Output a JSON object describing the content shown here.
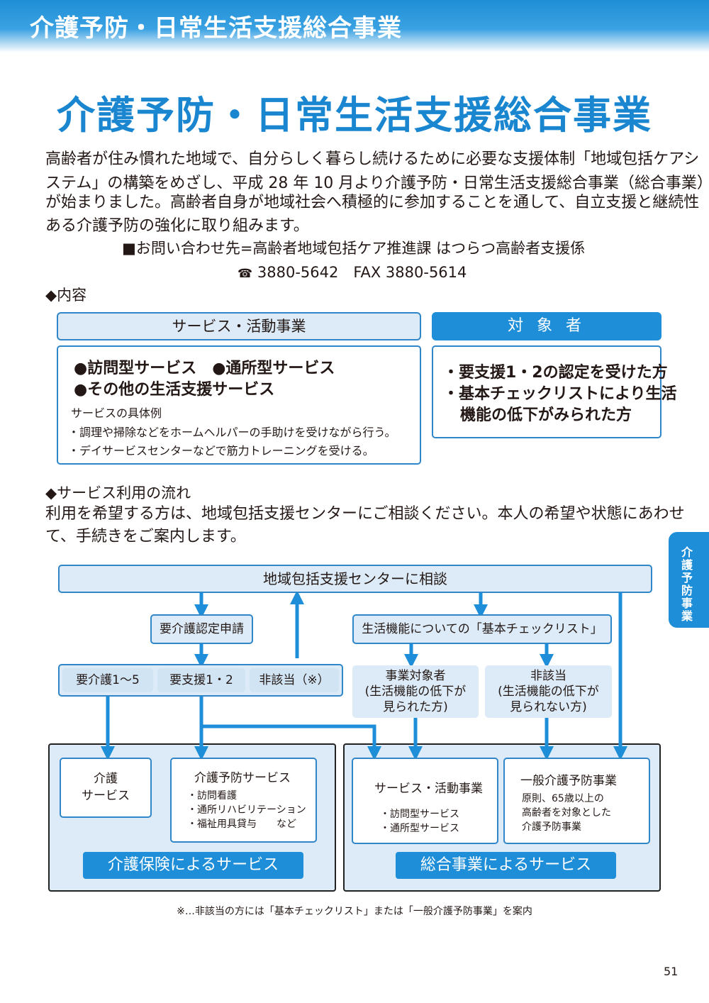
{
  "header": {
    "title": "介護予防・日常生活支援総合事業"
  },
  "main_title": "介護予防・日常生活支援総合事業",
  "intro": {
    "lines": [
      "高齢者が住み慣れた地域で、自分らしく暮らし続けるために必要な支援体制「地域包括ケアシ",
      "ステム」の構築をめざし、平成 28 年 10 月より介護予防・日常生活支援総合事業（総合事業）",
      "が始まりました。高齢者自身が地域社会へ積極的に参加することを通して、自立支援と継続性",
      "ある介護予防の強化に取り組みます。"
    ],
    "contact": "■お問い合わせ先=高齢者地域包括ケア推進課 はつらつ高齢者支援係",
    "phone_icon": "☎",
    "phone": "3880-5642　FAX 3880-5614"
  },
  "content_section": {
    "heading": "◆内容",
    "service": {
      "header": "サービス・活動事業",
      "bullet_line1": "●訪問型サービス　●通所型サービス",
      "bullet_line2": "●その他の生活支援サービス",
      "examples_title": "サービスの具体例",
      "example1": "・調理や掃除などをホームヘルパーの手助けを受けながら行う。",
      "example2": "・デイサービスセンターなどで筋力トレーニングを受ける。"
    },
    "target": {
      "header": "対 象 者",
      "line1": "・要支援1・2の認定を受けた方",
      "line2": "・基本チェックリストにより生活",
      "line3": "機能の低下がみられた方"
    }
  },
  "flow_section": {
    "heading": "◆サービス利用の流れ",
    "desc_line1": "利用を希望する方は、地域包括支援センターにご相談ください。本人の希望や状態にあわせ",
    "desc_line2": "て、手続きをご案内します。"
  },
  "flow": {
    "consult": "地域包括支援センターに相談",
    "application": "要介護認定申請",
    "checklist": "生活機能についての「基本チェックリスト」",
    "care_level": "要介護1～5",
    "support_level": "要支援1・2",
    "not_applicable": "非該当（※）",
    "target_person": [
      "事業対象者",
      "(生活機能の低下が",
      "見られた方)"
    ],
    "not_applicable2": [
      "非該当",
      "(生活機能の低下が",
      "見られない方)"
    ],
    "care_service": [
      "介護",
      "サービス"
    ],
    "prevention_service": {
      "title": "介護予防サービス",
      "items": [
        "・訪問看護",
        "・通所リハビリテーション",
        "・福祉用具貸与　　など"
      ]
    },
    "activity_service": {
      "title": "サービス・活動事業",
      "items": [
        "・訪問型サービス",
        "・通所型サービス"
      ]
    },
    "general_prevention": {
      "title": "一般介護予防事業",
      "items": [
        "原則、65歳以上の",
        "高齢者を対象とした",
        "介護予防事業"
      ]
    },
    "insurance_label": "介護保険によるサービス",
    "comprehensive_label": "総合事業によるサービス"
  },
  "side_tab": "介護予防事業",
  "footnote": "※…非該当の方には「基本チェックリスト」または「一般介護予防事業」を案内",
  "page_number": "51"
}
